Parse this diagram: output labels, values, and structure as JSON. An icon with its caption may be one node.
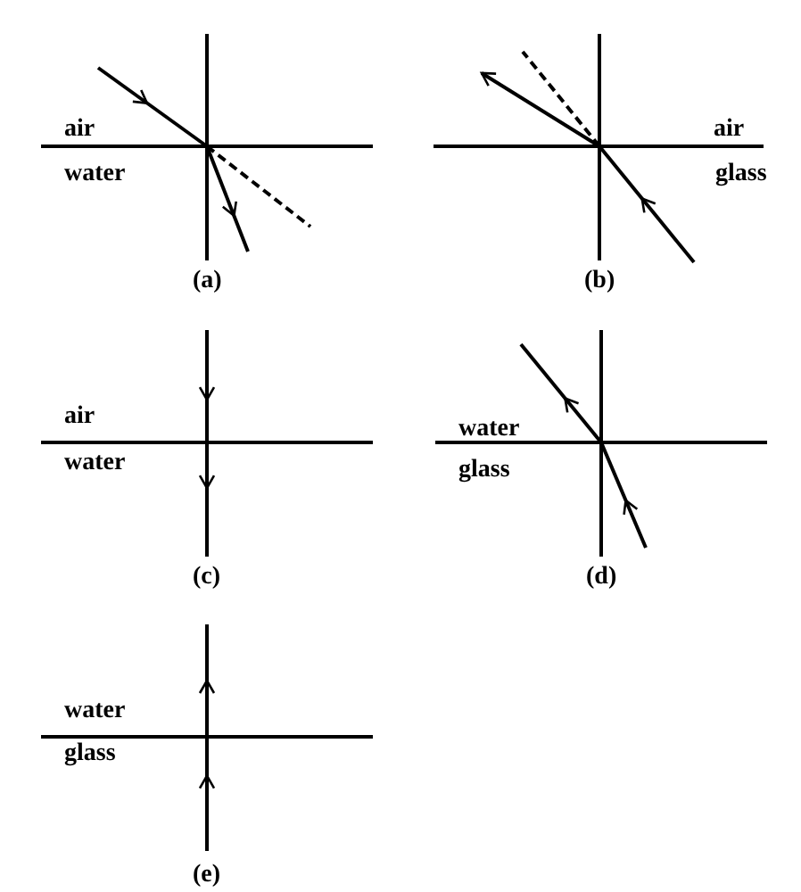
{
  "diagram": {
    "labels": [
      "air",
      "water",
      "(a)",
      "air",
      "glass",
      "(b)",
      "air",
      "water",
      "(c)",
      "water",
      "glass",
      "(d)",
      "water",
      "glass",
      "(e)"
    ]
  }
}
